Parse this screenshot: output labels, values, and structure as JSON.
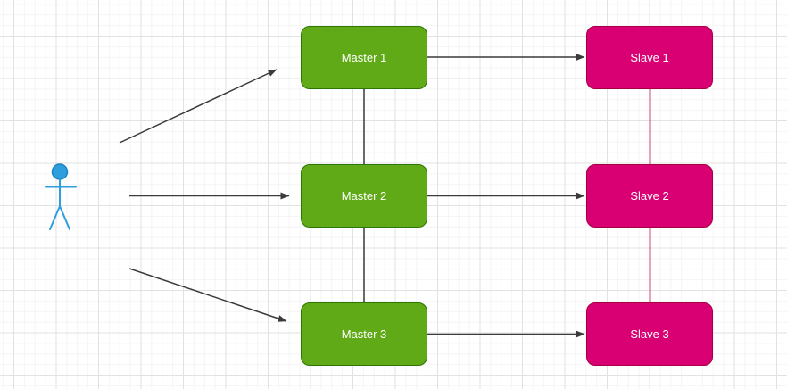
{
  "diagram": {
    "nodes": {
      "masters": [
        {
          "label": "Master 1"
        },
        {
          "label": "Master 2"
        },
        {
          "label": "Master 3"
        }
      ],
      "slaves": [
        {
          "label": "Slave 1"
        },
        {
          "label": "Slave 2"
        },
        {
          "label": "Slave 3"
        }
      ]
    },
    "edges": [
      {
        "from": "user",
        "to": "master-1",
        "type": "arrow"
      },
      {
        "from": "user",
        "to": "master-2",
        "type": "arrow"
      },
      {
        "from": "user",
        "to": "master-3",
        "type": "arrow"
      },
      {
        "from": "master-1",
        "to": "slave-1",
        "type": "arrow"
      },
      {
        "from": "master-2",
        "to": "slave-2",
        "type": "arrow"
      },
      {
        "from": "master-3",
        "to": "slave-3",
        "type": "arrow"
      },
      {
        "from": "master-1",
        "to": "master-2",
        "type": "line"
      },
      {
        "from": "master-2",
        "to": "master-3",
        "type": "line"
      },
      {
        "from": "slave-1",
        "to": "slave-2",
        "type": "line"
      },
      {
        "from": "slave-2",
        "to": "slave-3",
        "type": "line"
      }
    ],
    "colors": {
      "master_fill": "#60A917",
      "master_stroke": "#2D7600",
      "slave_fill": "#D80073",
      "slave_stroke": "#A50040",
      "edge": "#3B3B3B",
      "slave_link": "#C9477D",
      "actor": "#2E9FDC",
      "actor_head_stroke": "#1F83BF",
      "grid_minor": "#f4f4f4",
      "grid_major": "#e2e2e2",
      "page_divider": "#b9b9b9"
    }
  }
}
